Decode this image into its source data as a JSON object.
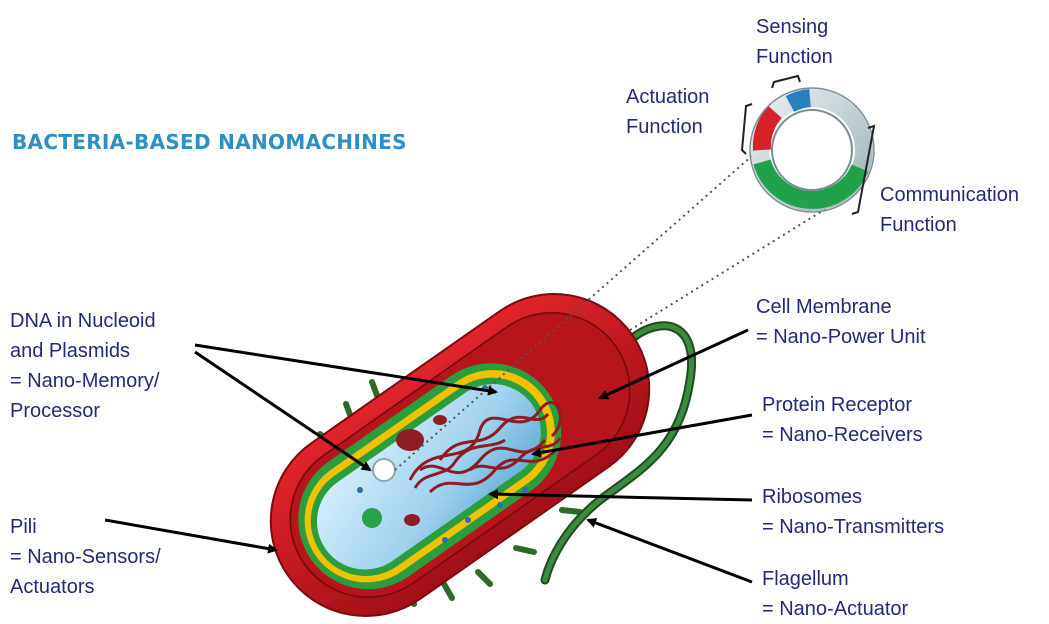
{
  "title": "BACTERIA-BASED NANOMACHINES",
  "labels": {
    "dna": {
      "line1": "DNA in Nucleoid",
      "line2": "and Plasmids",
      "line3": "= Nano-Memory/",
      "line4": "Processor"
    },
    "pili": {
      "line1": "Pili",
      "line2": "= Nano-Sensors/",
      "line3": "Actuators"
    },
    "membrane": {
      "line1": "Cell Membrane",
      "line2": "= Nano-Power Unit"
    },
    "receptor": {
      "line1": "Protein Receptor",
      "line2": "= Nano-Receivers"
    },
    "ribosomes": {
      "line1": "Ribosomes",
      "line2": "= Nano-Transmitters"
    },
    "flagellum": {
      "line1": "Flagellum",
      "line2": "= Nano-Actuator"
    },
    "sensing": {
      "line1": "Sensing",
      "line2": "Function"
    },
    "actuation": {
      "line1": "Actuation",
      "line2": "Function"
    },
    "communication": {
      "line1": "Communication",
      "line2": "Function"
    }
  },
  "colors": {
    "title": "#2e8fc4",
    "label_text": "#25297a",
    "cell_wall": "#c4161c",
    "outer_membrane": "#2a9d3c",
    "inner_membrane": "#f2c200",
    "cytoplasm": "#a9d8f0",
    "dna": "#8e1c24",
    "flagellum": "#2f7a32",
    "ring_sensing": "#2a7fc1",
    "ring_actuation": "#d6202a",
    "ring_communication": "#21a24a"
  }
}
